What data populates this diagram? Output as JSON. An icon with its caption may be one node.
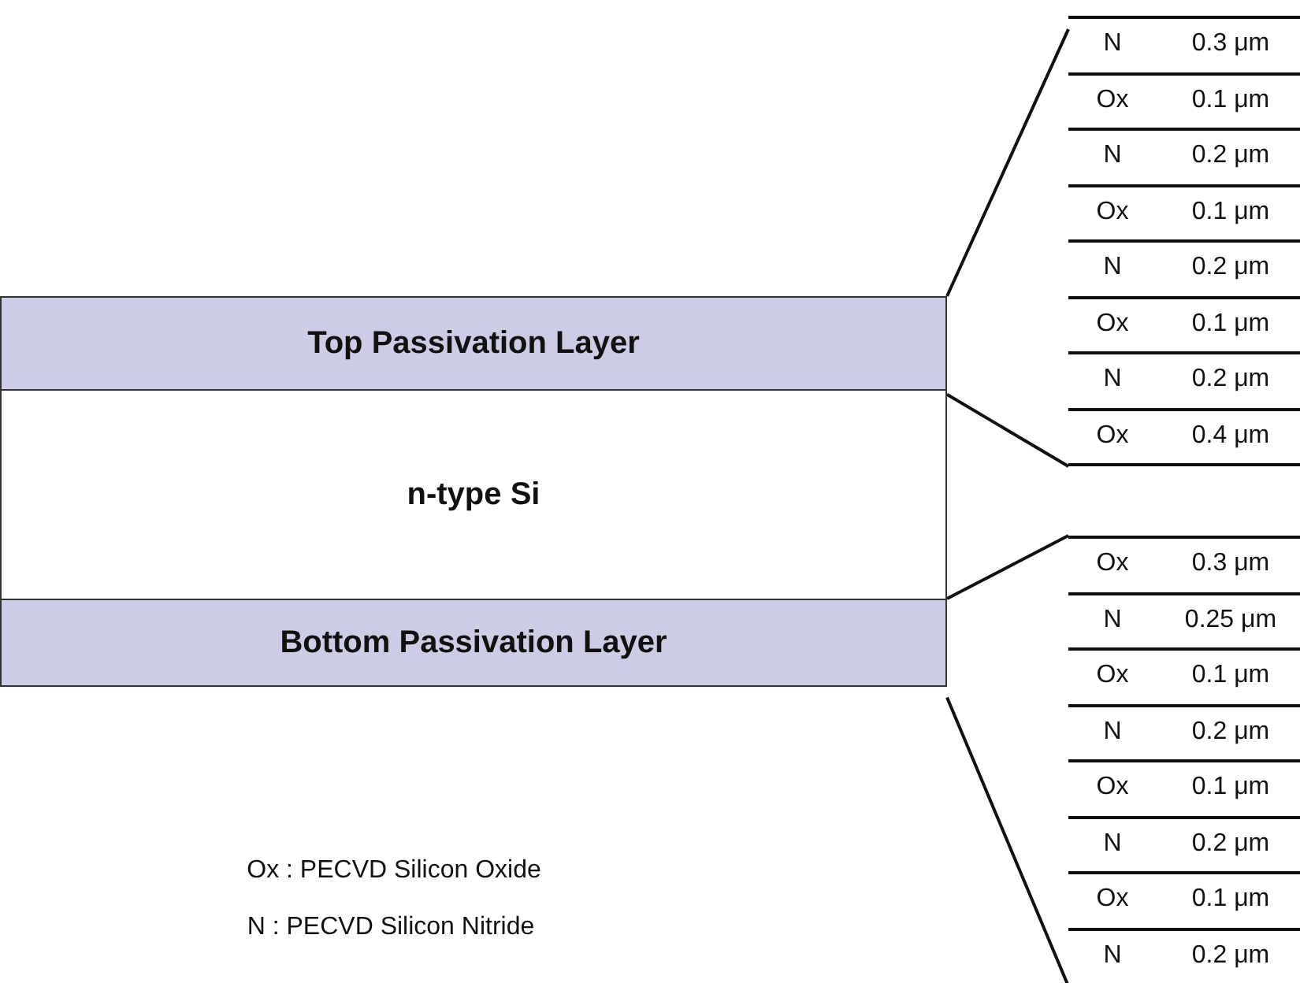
{
  "diagram": {
    "nodes": [
      {
        "text": [],
        "shape": "box"
      },
      {
        "text": [
          "N",
          "0.3 μm"
        ],
        "in": 0
      },
      {
        "text": [
          "Ox",
          "0.1 μm"
        ],
        "in": 0
      },
      {
        "text": [
          "N",
          "0.2 μm"
        ],
        "in": 0
      },
      {
        "text": [
          "Ox",
          "0.1 μm"
        ],
        "in": 0
      },
      {
        "text": [
          "N",
          "0.2 μm"
        ],
        "in": 0
      },
      {
        "text": [
          "Ox",
          "0.1 μm"
        ],
        "in": 0
      },
      {
        "text": [
          "N",
          "0.2 μm"
        ],
        "in": 0
      },
      {
        "text": [
          "Ox",
          "0.4 μm"
        ],
        "in": 0
      },
      {
        "text": [
          "Top Passivation Layer"
        ]
      },
      {
        "text": [
          "n-type Si"
        ]
      },
      {
        "text": [],
        "shape": "box"
      },
      {
        "text": [
          "Ox",
          "0.3 μm"
        ],
        "in": 11
      },
      {
        "text": [
          "N",
          "0.25 μm"
        ],
        "in": 11
      },
      {
        "text": [
          "Ox",
          "0.1 μm"
        ],
        "in": 11
      },
      {
        "text": [
          "N",
          "0.2 μm"
        ],
        "in": 11
      },
      {
        "text": [
          "Ox",
          "0.1 μm"
        ],
        "in": 11
      },
      {
        "text": [
          "N",
          "0.2 μm"
        ],
        "in": 11
      },
      {
        "text": [
          "Ox",
          "0.1 μm"
        ],
        "in": 11
      },
      {
        "text": [
          "N",
          "0.2 μm"
        ],
        "in": 11
      },
      {
        "text": [
          "Bottom Passivation Layer"
        ]
      }
    ],
    "edges": [
      {
        "from": 9,
        "to": 0,
        "arrow": "none"
      },
      {
        "from": 9,
        "to": 0,
        "arrow": "none"
      },
      {
        "from": 20,
        "to": 11,
        "arrow": "none"
      },
      {
        "from": 20,
        "to": 11,
        "arrow": "none"
      }
    ],
    "labels": [
      "Ox : PECVD Silicon Oxide",
      "N : PECVD Silicon Nitride"
    ]
  }
}
